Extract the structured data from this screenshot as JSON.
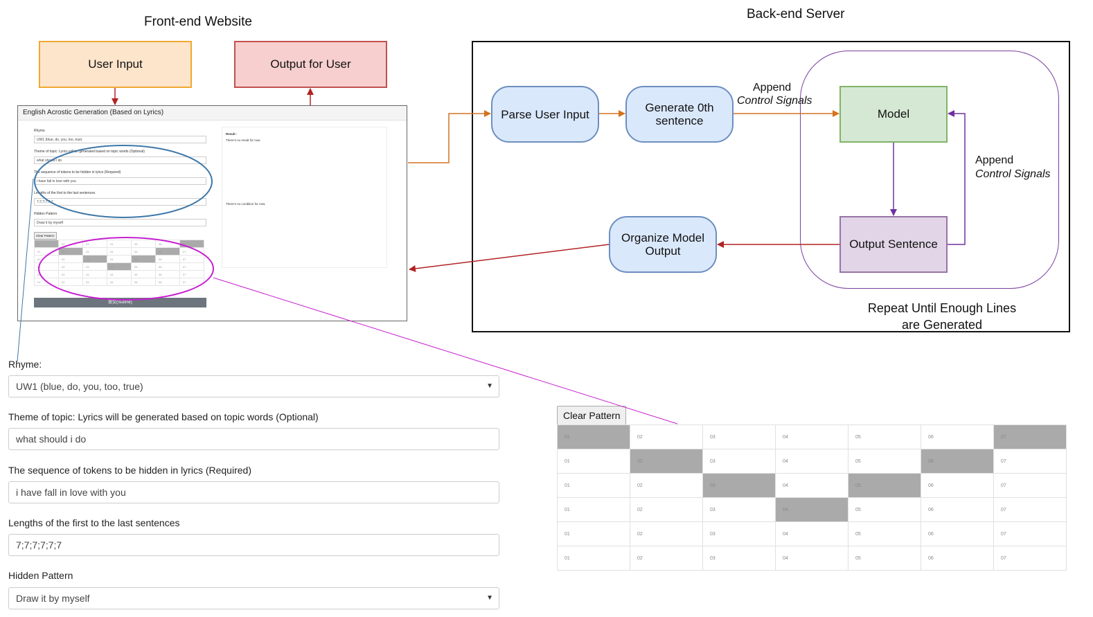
{
  "titles": {
    "frontend": "Front-end Website",
    "backend": "Back-end Server"
  },
  "boxes": {
    "user_input": "User Input",
    "output_for_user": "Output for User",
    "parse_user_input": "Parse User Input",
    "generate_0th_line1": "Generate 0th",
    "generate_0th_line2": "sentence",
    "model": "Model",
    "output_sentence": "Output Sentence",
    "organize_line1": "Organize Model",
    "organize_line2": "Output"
  },
  "edge_labels": {
    "append1_line1": "Append",
    "append1_line2": "Control Signals",
    "append2_line1": "Append",
    "append2_line2": "Control Signals",
    "repeat_line1": "Repeat Until Enough Lines",
    "repeat_line2": "are Generated"
  },
  "form": {
    "header": "English Acrostic Generation (Based on Lyrics)",
    "rhyme_label": "Rhyme:",
    "rhyme_value": "UW1 (blue, do, you, too, true)",
    "theme_label": "Theme of topic: Lyrics will be generated based on topic words (Optional)",
    "theme_value": "what should i do",
    "tokens_label": "The sequence of tokens to be hidden in lyrics (Required)",
    "tokens_value": "i have fall in love with you",
    "lengths_label": "Lengths of the first to the last sentences",
    "lengths_value": "7;7;7;7;7;7",
    "pattern_label": "Hidden Pattern",
    "pattern_value": "Draw it by myself",
    "clear_pattern": "Clear Pattern",
    "submit": "提交(Submit)",
    "result_label": "Result :",
    "no_result": "There's no result for now.",
    "no_condition": "There's no condition for now."
  },
  "mini_form": {
    "rhyme_label": "Rhyme",
    "theme_label": "Theme of topic: Lyrics will be generated based on topic words (Optional)",
    "tokens_label": "The sequence of tokens to be hidden in lyrics (Required)",
    "lengths_label": "Lengths of the first to the last sentences",
    "pattern_label": "Hidden Pattern"
  },
  "grid": {
    "columns": [
      "01",
      "02",
      "03",
      "04",
      "05",
      "06",
      "07"
    ],
    "rows": 6,
    "filled": [
      [
        1,
        0,
        0,
        0,
        0,
        0,
        1
      ],
      [
        0,
        1,
        0,
        0,
        0,
        1,
        0
      ],
      [
        0,
        0,
        1,
        0,
        1,
        0,
        0
      ],
      [
        0,
        0,
        0,
        1,
        0,
        0,
        0
      ],
      [
        0,
        0,
        0,
        0,
        0,
        0,
        0
      ],
      [
        0,
        0,
        0,
        0,
        0,
        0,
        0
      ]
    ]
  },
  "mini_grid_filled": [
    [
      1,
      0,
      0,
      0,
      0,
      0,
      1
    ],
    [
      0,
      1,
      0,
      0,
      0,
      1,
      0
    ],
    [
      0,
      0,
      1,
      0,
      1,
      0,
      0
    ],
    [
      0,
      0,
      0,
      1,
      0,
      0,
      0
    ],
    [
      0,
      0,
      0,
      0,
      0,
      0,
      0
    ],
    [
      0,
      0,
      0,
      0,
      0,
      0,
      0
    ]
  ],
  "colors": {
    "orange_arrow": "#d4731e",
    "red_arrow": "#b22222",
    "purple_arrow": "#7030a0",
    "callout_blue": "#3d77a8",
    "callout_magenta": "#c71fd1"
  }
}
